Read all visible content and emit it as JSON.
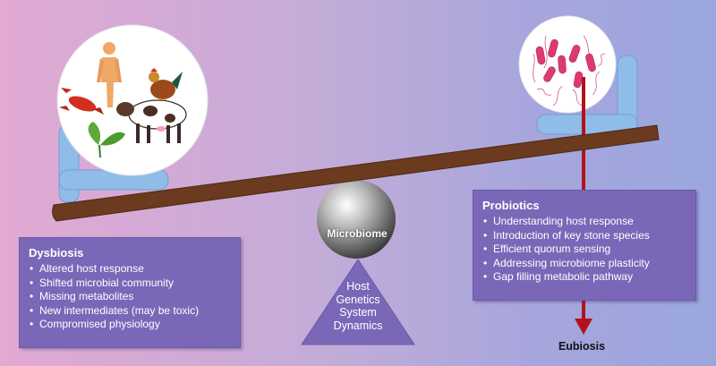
{
  "dysbiosis": {
    "title": "Dysbiosis",
    "items": [
      "Altered host response",
      "Shifted microbial community",
      "Missing metabolites",
      "New intermediates (may be toxic)",
      "Compromised physiology"
    ]
  },
  "probiotics": {
    "title": "Probiotics",
    "items": [
      "Understanding host response",
      "Introduction of key stone species",
      "Efficient quorum sensing",
      "Addressing microbiome plasticity",
      "Gap filling metabolic pathway"
    ]
  },
  "fulcrum": {
    "ball_label": "Microbiome",
    "lines": [
      "Host",
      "Genetics",
      "System",
      "Dynamics"
    ]
  },
  "outcome": {
    "label": "Eubiosis"
  },
  "colors": {
    "panel": "#7b67b8",
    "arrow": "#b3121c",
    "beam": "#6b3a1f",
    "cup": "#8fbde8"
  }
}
